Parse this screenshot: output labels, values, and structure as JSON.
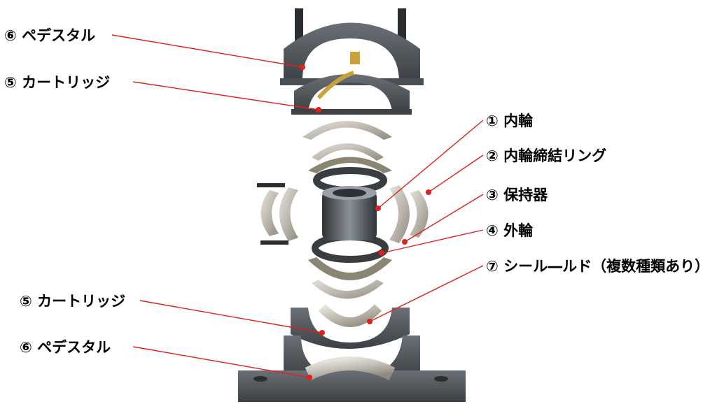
{
  "labels": {
    "top_pedestal": "⑥ ペデスタル",
    "top_cartridge": "⑤ カートリッジ",
    "inner_ring": "① 内輪",
    "adapter_ring": "② 内輪締結リング",
    "cage": "③ 保持器",
    "outer_ring": "④ 外輪",
    "seal": "⑦ シール―ルド（複数種類あり）",
    "bottom_cartridge": "⑤ カートリッジ",
    "bottom_pedestal": "⑥ ペデスタル"
  },
  "colors": {
    "leader_line": "#e0201c",
    "pedestal": "#4d5257",
    "metal": "#c9c6bd",
    "metal_dark": "#8e8a80",
    "text": "#000000"
  }
}
